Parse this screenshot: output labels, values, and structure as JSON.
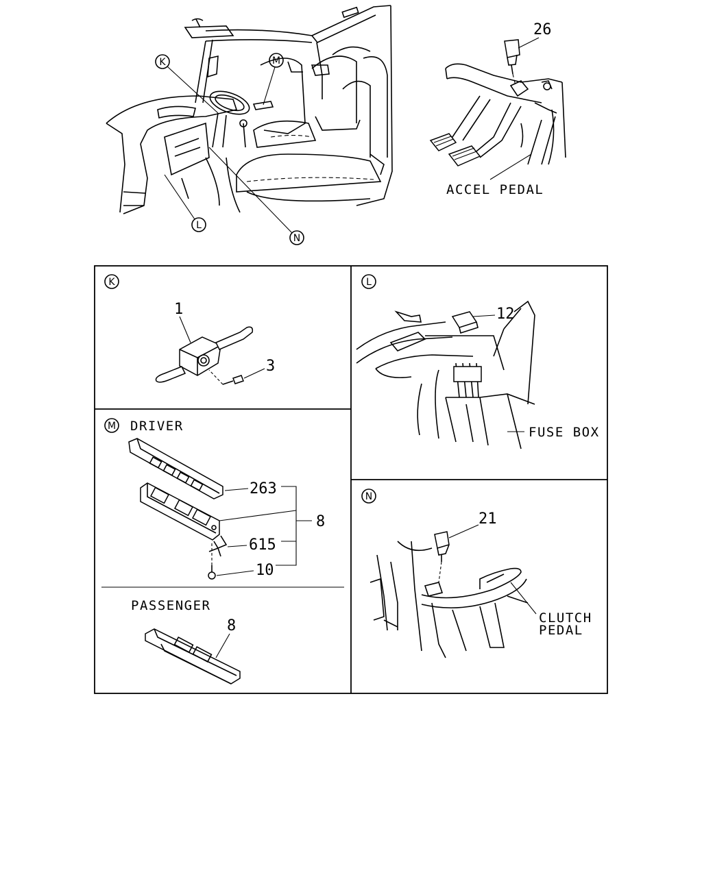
{
  "callouts": {
    "K": "K",
    "L": "L",
    "M": "M",
    "N": "N"
  },
  "labels": {
    "accel_pedal": "ACCEL PEDAL",
    "fuse_box": "FUSE BOX",
    "driver": "DRIVER",
    "passenger": "PASSENGER",
    "clutch_line1": "CLUTCH",
    "clutch_line2": "PEDAL"
  },
  "part_numbers": {
    "accel_switch": "26",
    "combination_switch": "1",
    "screw": "3",
    "relay": "12",
    "bezel": "263",
    "window_switch_assy": "8",
    "clip": "615",
    "bolt": "10",
    "passenger_switch": "8",
    "clutch_switch": "21"
  }
}
